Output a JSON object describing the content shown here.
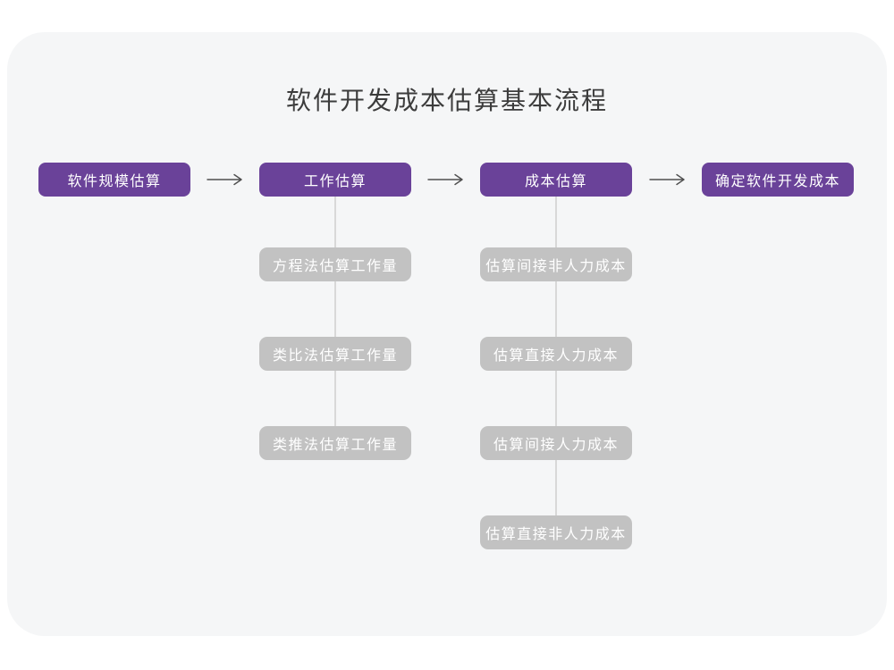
{
  "title": "软件开发成本估算基本流程",
  "flow": {
    "stages": [
      {
        "label": "软件规模估算"
      },
      {
        "label": "工作估算",
        "substeps": [
          "方程法估算工作量",
          "类比法估算工作量",
          "类推法估算工作量"
        ]
      },
      {
        "label": "成本估算",
        "substeps": [
          "估算间接非人力成本",
          "估算直接人力成本",
          "估算间接人力成本",
          "估算直接非人力成本"
        ]
      },
      {
        "label": "确定软件开发成本"
      }
    ]
  },
  "icons": {
    "arrow_right": "⟶"
  },
  "colors": {
    "stage_box_bg": "#6A4299",
    "substep_box_bg": "#C2C2C2",
    "box_text": "#FFFFFF",
    "card_bg": "#F5F6F7",
    "connector_line": "#D8D8D8",
    "arrow": "#4F4F4F",
    "title_text": "#3C3C3C"
  }
}
